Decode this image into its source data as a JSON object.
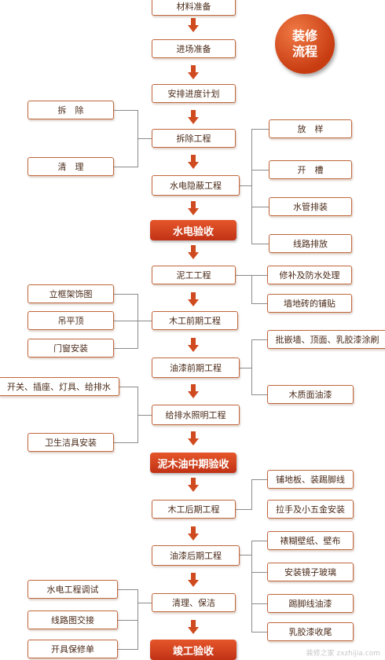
{
  "title_badge": {
    "line1": "装修",
    "line2": "流程"
  },
  "main_steps": {
    "s1": "材料准备",
    "s2": "进场准备",
    "s3": "安排进度计划",
    "s4": "拆除工程",
    "s5": "水电隐蔽工程",
    "s6": "泥工工程",
    "s7": "木工前期工程",
    "s8": "油漆前期工程",
    "s9": "给排水照明工程",
    "s10": "木工后期工程",
    "s11": "油漆后期工程",
    "s12": "清理、保洁"
  },
  "milestones": {
    "m1": "水电验收",
    "m2": "泥木油中期验收",
    "m3": "竣工验收"
  },
  "left_notes": {
    "l1": "拆　除",
    "l2": "清　理",
    "l3": "立框架饰图",
    "l4": "吊平顶",
    "l5": "门窗安装",
    "l6": "开关、插座、灯具、给排水",
    "l7": "卫生洁具安装",
    "l8": "水电工程调试",
    "l9": "线路图交接",
    "l10": "开具保修单"
  },
  "right_notes": {
    "r1": "放　样",
    "r2": "开　槽",
    "r3": "水管排装",
    "r4": "线路排放",
    "r5": "修补及防水处理",
    "r6": "墙地砖的铺贴",
    "r7": "批嵌墙、顶面、乳胶漆涂刷",
    "r8": "木质面油漆",
    "r9": "铺地板、装踢脚线",
    "r10": "拉手及小五金安装",
    "r11": "裱糊壁纸、壁布",
    "r12": "安装镜子玻璃",
    "r13": "踢脚线油漆",
    "r14": "乳胶漆收尾"
  },
  "watermark": "装修之家 zxzhijia.com",
  "colors": {
    "box_border": "#c0653a",
    "milestone": "#d2401c",
    "arrow": "#cf4a1e",
    "connector": "#8a8a8a"
  }
}
